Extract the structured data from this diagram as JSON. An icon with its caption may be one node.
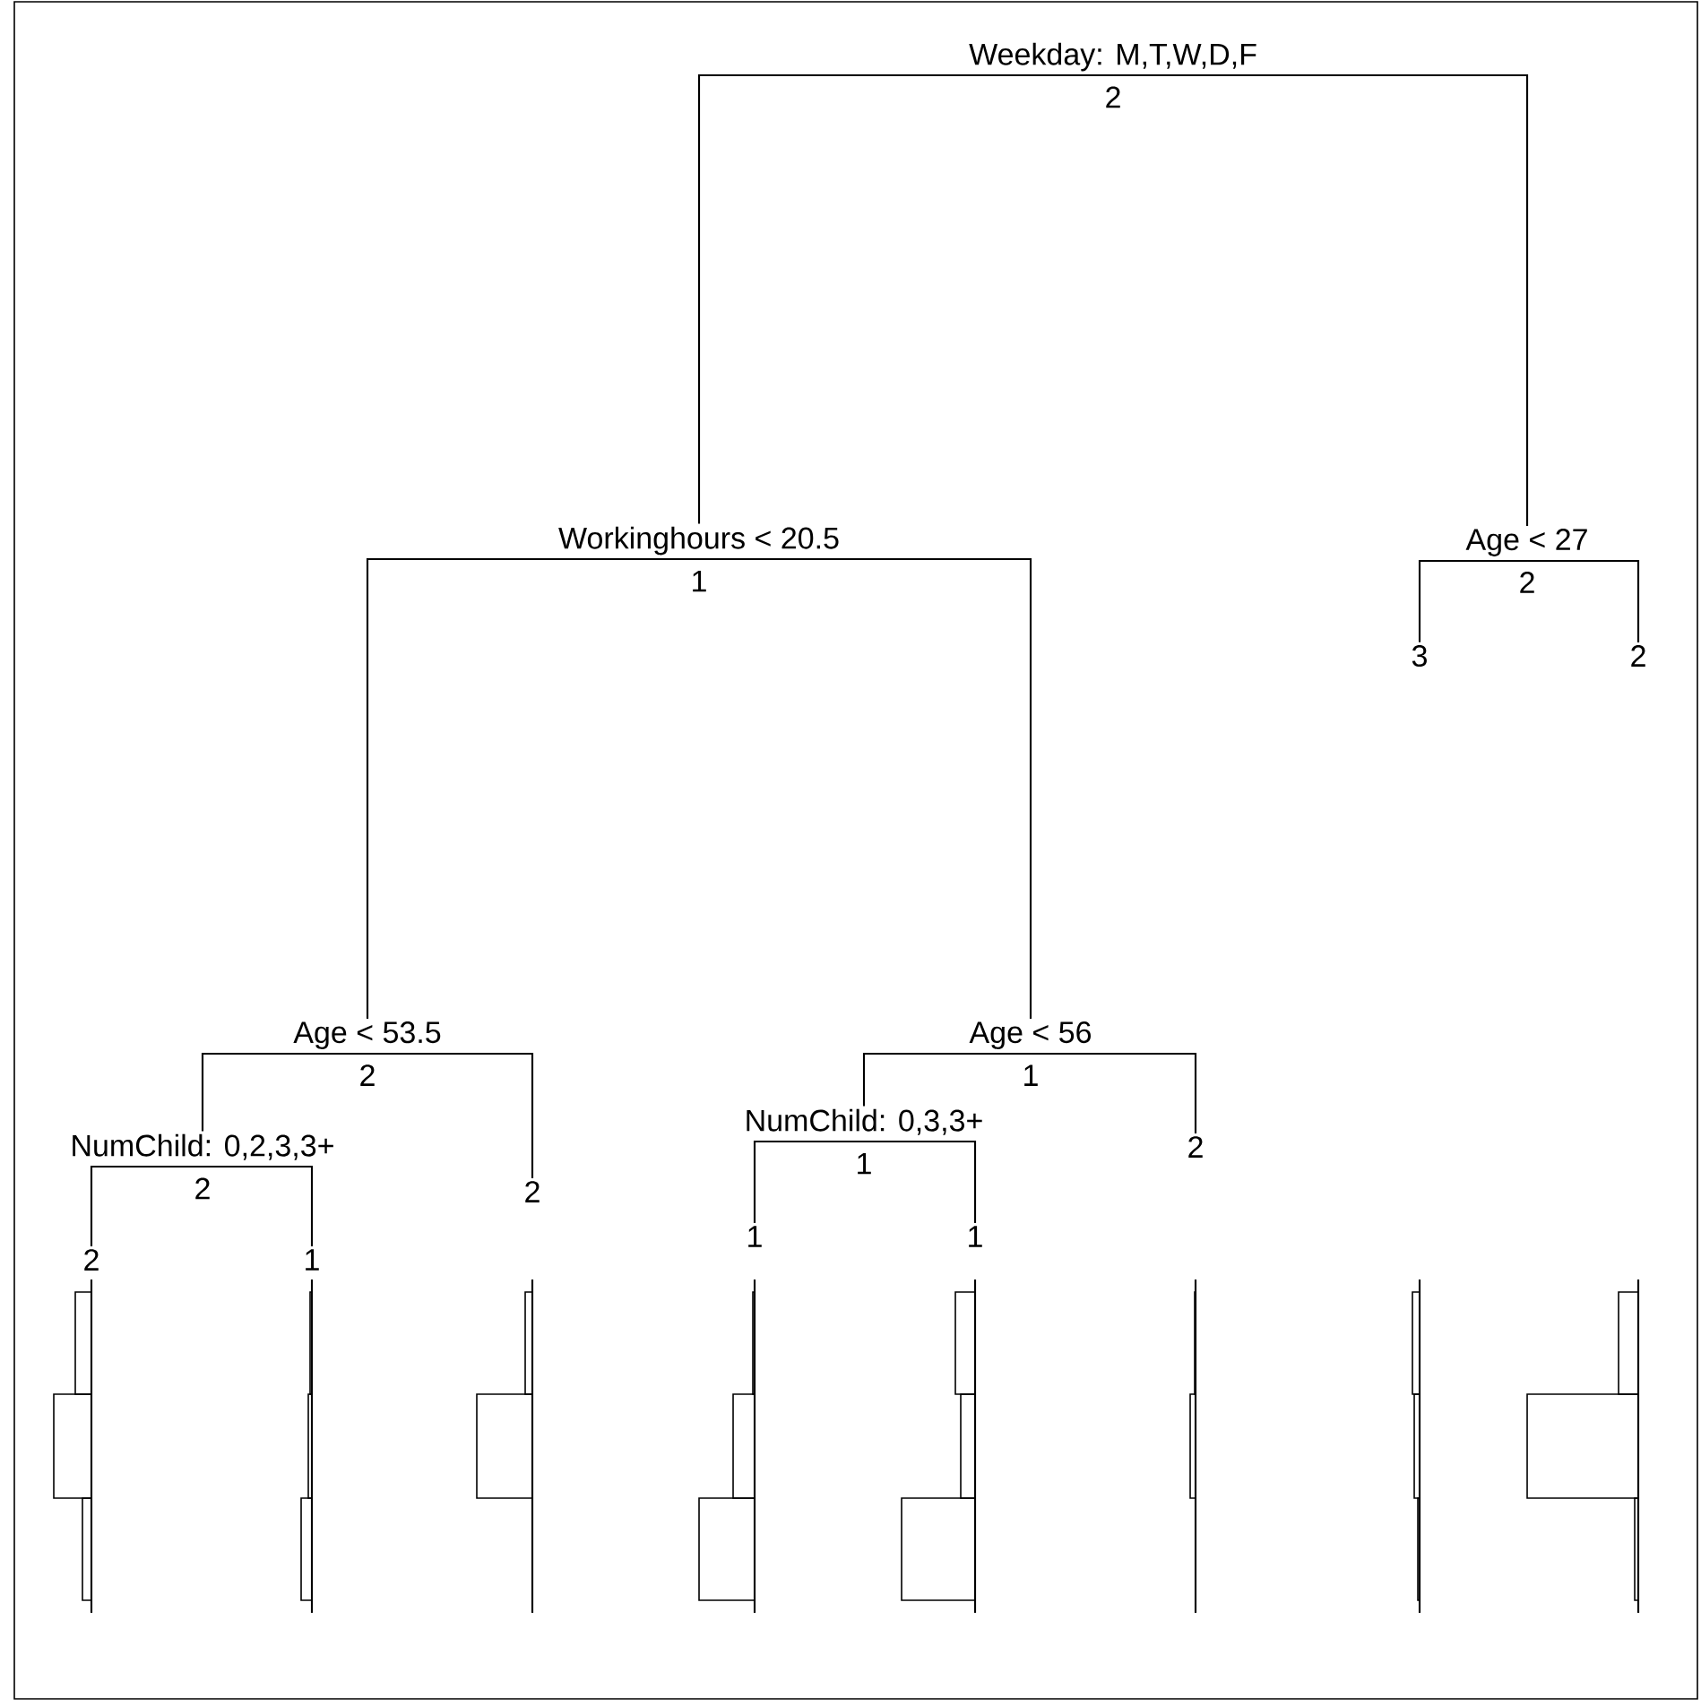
{
  "diagram": {
    "nodes": [
      {
        "text": [
          "Weekday: M,T,W,D,F",
          "2"
        ]
      },
      {
        "text": [
          "Workinghours < 20.5",
          "1"
        ]
      },
      {
        "text": [
          "Age < 27",
          "2"
        ]
      },
      {
        "text": [
          "3"
        ]
      },
      {
        "text": [
          "2"
        ]
      },
      {
        "text": [
          "Age < 53.5",
          "2"
        ]
      },
      {
        "text": [
          "Age < 56",
          "1"
        ]
      },
      {
        "text": [
          "NumChild: 0,2,3,3+",
          "2"
        ]
      },
      {
        "text": [
          "2"
        ]
      },
      {
        "text": [
          "NumChild: 0,3,3+",
          "1"
        ]
      },
      {
        "text": [
          "2"
        ]
      },
      {
        "text": [
          "2"
        ]
      },
      {
        "text": [
          "1"
        ]
      },
      {
        "text": [
          "1"
        ]
      },
      {
        "text": [
          "1"
        ]
      }
    ],
    "edges": [
      {
        "from": 0,
        "to": 1,
        "arrow": "none"
      },
      {
        "from": 0,
        "to": 2,
        "arrow": "none"
      },
      {
        "from": 2,
        "to": 3,
        "arrow": "none"
      },
      {
        "from": 2,
        "to": 4,
        "arrow": "none"
      },
      {
        "from": 1,
        "to": 5,
        "arrow": "none"
      },
      {
        "from": 1,
        "to": 6,
        "arrow": "none"
      },
      {
        "from": 5,
        "to": 7,
        "arrow": "none"
      },
      {
        "from": 5,
        "to": 8,
        "arrow": "none"
      },
      {
        "from": 6,
        "to": 9,
        "arrow": "none"
      },
      {
        "from": 6,
        "to": 10,
        "arrow": "none"
      },
      {
        "from": 7,
        "to": 11,
        "arrow": "none"
      },
      {
        "from": 7,
        "to": 12,
        "arrow": "none"
      },
      {
        "from": 9,
        "to": 13,
        "arrow": "none"
      },
      {
        "from": 9,
        "to": 14,
        "arrow": "none"
      }
    ]
  }
}
